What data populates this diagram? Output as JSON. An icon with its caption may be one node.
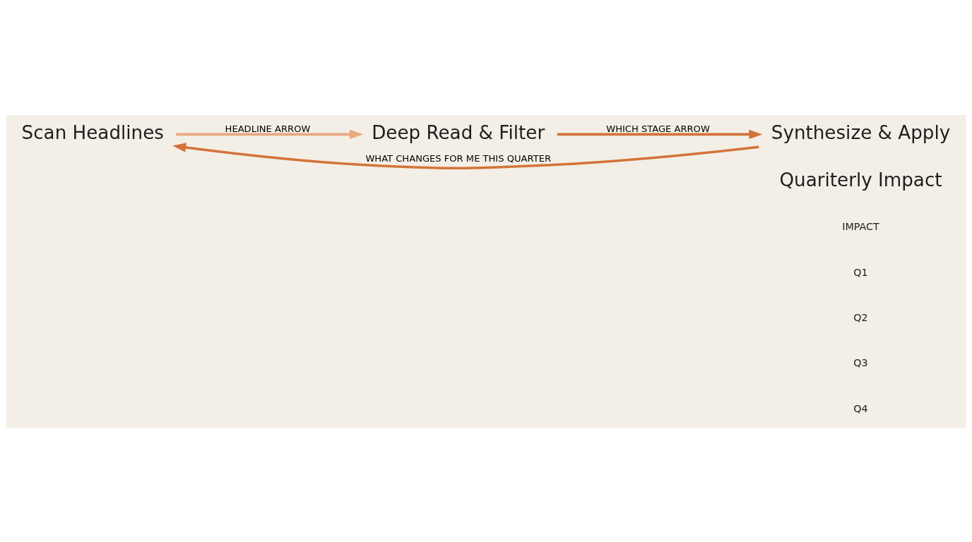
{
  "diagram": {
    "nodes": [
      {
        "text": [
          "Scan Headlines"
        ]
      },
      {
        "text": [
          "Deep Read & Filter"
        ]
      },
      {
        "text": [
          "Synthesize & Apply"
        ]
      },
      {
        "text": [
          "Quariterly Impact"
        ]
      }
    ],
    "edges": [
      {
        "from": 0,
        "to": 1,
        "arrow": "to",
        "label": "HEADLINE ARROW",
        "color": "#e8a882"
      },
      {
        "from": 1,
        "to": 2,
        "arrow": "to",
        "label": "WHICH STAGE ARROW"
      },
      {
        "from": 2,
        "to": 0,
        "arrow": "to",
        "label": "WHAT CHANGES FOR ME THIS QUARTER"
      }
    ],
    "labels": [
      "IMPACT",
      "Q1",
      "Q2",
      "Q3",
      "Q4"
    ]
  }
}
